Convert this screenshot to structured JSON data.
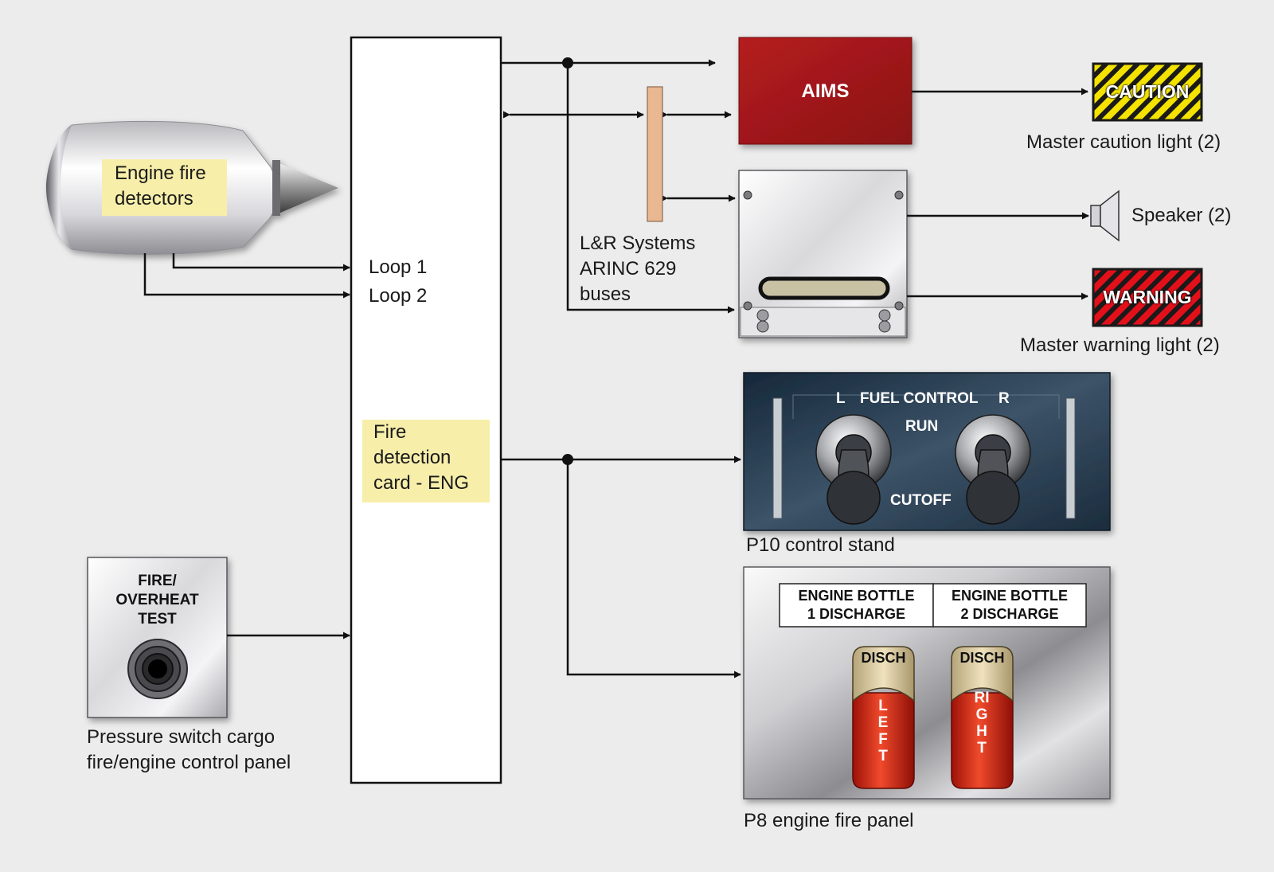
{
  "engine": {
    "note_line1": "Engine fire",
    "note_line2": "detectors",
    "loop1": "Loop 1",
    "loop2": "Loop 2"
  },
  "card": {
    "line1": "Fire",
    "line2": "detection",
    "line3": "card - ENG"
  },
  "pressure_switch": {
    "button_label_line1": "FIRE/",
    "button_label_line2": "OVERHEAT",
    "button_label_line3": "TEST",
    "caption_line1": "Pressure switch cargo",
    "caption_line2": "fire/engine control panel"
  },
  "buses": {
    "line1": "L&R Systems",
    "line2": "ARINC 629",
    "line3": "buses",
    "bus_color": "#e9b891"
  },
  "aims": {
    "label": "AIMS",
    "color": "#a8181a"
  },
  "master_caution": {
    "badge": "CAUTION",
    "caption": "Master caution light (2)",
    "color": "#f5e000"
  },
  "speaker": {
    "caption": "Speaker (2)"
  },
  "master_warning": {
    "badge": "WARNING",
    "caption": "Master warning light (2)",
    "color": "#e3101a"
  },
  "p10": {
    "left": "L",
    "title": "FUEL CONTROL",
    "right": "R",
    "run": "RUN",
    "cutoff": "CUTOFF",
    "caption": "P10 control stand"
  },
  "p8": {
    "bottle1_line1": "ENGINE BOTTLE",
    "bottle1_line2": "1 DISCHARGE",
    "bottle2_line1": "ENGINE BOTTLE",
    "bottle2_line2": "2 DISCHARGE",
    "handle_cap": "DISCH",
    "left_handle": "LEFT",
    "right_handle": "RIGHT",
    "caption": "P8 engine fire panel",
    "handle_color": "#d8231a"
  }
}
